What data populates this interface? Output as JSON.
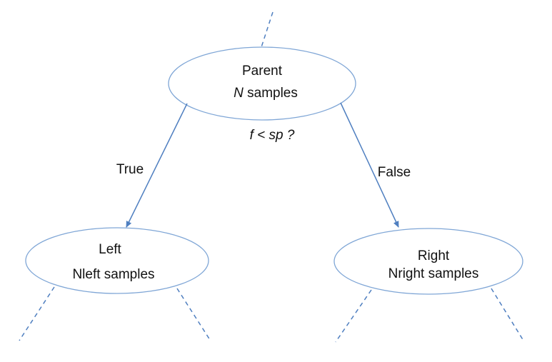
{
  "diagram": {
    "parent": {
      "title": "Parent",
      "count_var": "N",
      "count_suffix": " samples"
    },
    "condition": {
      "feature": "f",
      "operator": " < ",
      "threshold": "sp",
      "question": " ?"
    },
    "left": {
      "title": "Left",
      "samples": "Nleft samples"
    },
    "right": {
      "title": "Right",
      "samples": "Nright samples"
    },
    "edges": {
      "true_label": "True",
      "false_label": "False"
    }
  },
  "colors": {
    "line": "#4f7fc0",
    "ellipse_stroke": "#7fa6d6",
    "text": "#111111"
  }
}
